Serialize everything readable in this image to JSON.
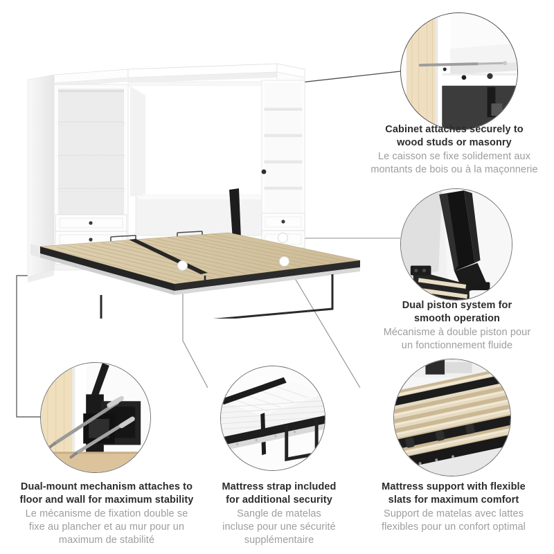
{
  "page": {
    "title": "Murphy bed with storage cabinets feature infographic",
    "background_color": "#ffffff",
    "heading_color": "#2c2c2c",
    "subtext_color": "#9d9d9d"
  },
  "features": [
    {
      "id": "cabinet-mount",
      "heading_line1": "Cabinet attaches securely to",
      "heading_line2": "wood studs or masonry",
      "sub_line1": "Le caisson se fixe solidement aux",
      "sub_line2": "montants de bois ou à la maçonnerie",
      "detail_image": "cabinet-wall-anchor-screw-detail"
    },
    {
      "id": "dual-piston",
      "heading_line1": "Dual piston system for",
      "heading_line2": "smooth operation",
      "sub_line1": "Mécanisme à double piston pour",
      "sub_line2": "un fonctionnement fluide",
      "detail_image": "black-dual-piston-arm-detail"
    },
    {
      "id": "dual-mount",
      "heading_line1": "Dual-mount mechanism attaches to",
      "heading_line2": "floor and wall for maximum stability",
      "sub_line1": "Le mécanisme de fixation double se",
      "sub_line2": "fixe au plancher et au mur pour un",
      "sub_line3": "maximum de stabilité",
      "detail_image": "floor-wall-bracket-screws-detail"
    },
    {
      "id": "mattress-strap",
      "heading_line1": "Mattress strap included",
      "heading_line2": "for additional security",
      "sub_line1": "Sangle de matelas",
      "sub_line2": "incluse pour une sécurité",
      "sub_line3": "supplémentaire",
      "detail_image": "mattress-with-strap-detail"
    },
    {
      "id": "flexible-slats",
      "heading_line1": "Mattress support with flexible",
      "heading_line2": "slats for maximum comfort",
      "sub_line1": "Support de matelas avec lattes",
      "sub_line2": "flexibles pour un confort optimal",
      "detail_image": "wooden-flexible-slats-detail"
    }
  ],
  "product": {
    "name": "murphy-bed-open-with-two-storage-cabinets",
    "left_cabinet": {
      "shelves": 3,
      "drawers": 3,
      "knob_style": "round-dark"
    },
    "right_cabinet": {
      "shelves": 4,
      "drawers": 3,
      "knob_style": "round-dark"
    },
    "bed": {
      "state": "open-folded-down",
      "slats": "wood",
      "frame_color": "#2a2a2a"
    },
    "colors": {
      "cabinet_white": "#ffffff",
      "cabinet_shadow": "#dcdcdc",
      "slat_wood": "#d9c7a3",
      "metal_black": "#262626"
    }
  },
  "markers": [
    {
      "id": "marker-piston",
      "links_to": "dual-piston"
    },
    {
      "id": "marker-strap",
      "links_to": "mattress-strap"
    },
    {
      "id": "marker-slats",
      "links_to": "flexible-slats"
    }
  ]
}
